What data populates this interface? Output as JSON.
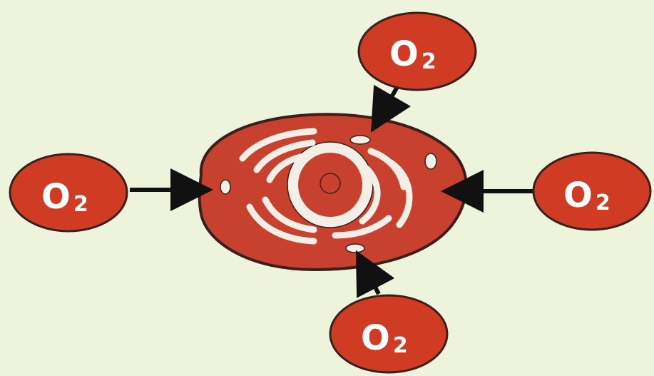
{
  "colors": {
    "background": "#eef3dc",
    "cell_fill": "#c8412e",
    "cell_outline": "#3a1f1a",
    "bubble_fill": "#cf3b23",
    "bubble_outline": "#3a1f1a",
    "organelle": "#f3efe6",
    "arrow": "#111111"
  },
  "molecules": [
    {
      "id": "top",
      "main": "O",
      "sub": "2"
    },
    {
      "id": "left",
      "main": "O",
      "sub": "2"
    },
    {
      "id": "right",
      "main": "O",
      "sub": "2"
    },
    {
      "id": "bottom",
      "main": "O",
      "sub": "2"
    }
  ],
  "arrows": [
    {
      "from": "top",
      "to": "cell"
    },
    {
      "from": "left",
      "to": "cell"
    },
    {
      "from": "right",
      "to": "cell"
    },
    {
      "from": "bottom",
      "to": "cell"
    }
  ]
}
